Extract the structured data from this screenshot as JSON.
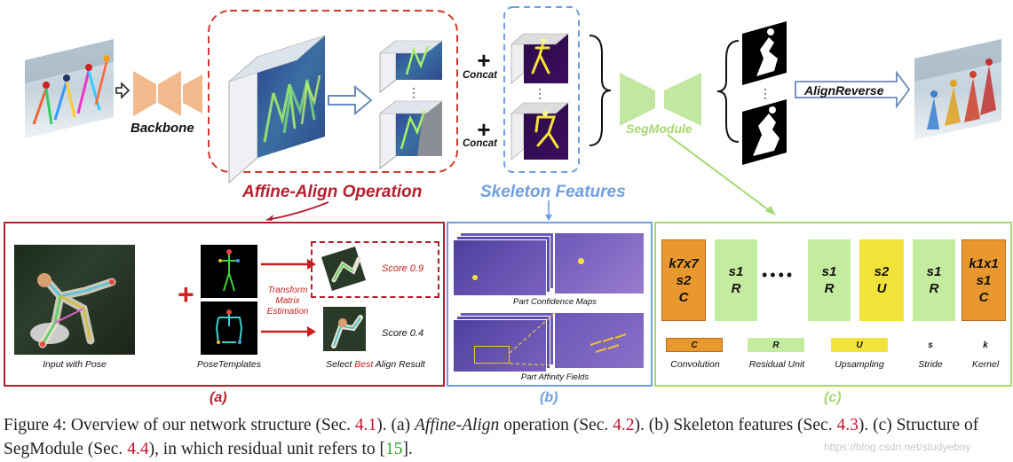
{
  "top": {
    "backbone_label": "Backbone",
    "concat_label_1": "Concat",
    "concat_label_2": "Concat",
    "segmodule_label": "SegModule",
    "alignreverse_label": "AlignReverse",
    "affine_align_title": "Affine-Align Operation",
    "skeleton_features_title": "Skeleton Features"
  },
  "panel_a": {
    "input_label": "Input with Pose",
    "templates_label": "PoseTemplates",
    "transform_line1": "Transform",
    "transform_line2": "Matrix",
    "transform_line3": "Estimation",
    "score_1": "Score 0.9",
    "score_2": "Score 0.4",
    "result_pre": "Select ",
    "result_best": "Best",
    "result_post": " Align Result",
    "tag": "(a)"
  },
  "panel_b": {
    "confidence_label": "Part Confidence Maps",
    "affinity_label": "Part Affinity Fields",
    "tag": "(b)"
  },
  "panel_c": {
    "blocks": [
      {
        "l1": "k7x7",
        "l2": "s2",
        "l3": "C"
      },
      {
        "l1": "s1",
        "l2": "R"
      },
      {
        "l1": "s1",
        "l2": "R"
      },
      {
        "l1": "s2",
        "l2": "U"
      },
      {
        "l1": "s1",
        "l2": "R"
      },
      {
        "l1": "k1x1",
        "l2": "s1",
        "l3": "C"
      }
    ],
    "dots": "••••",
    "legend": [
      {
        "symbol": "C",
        "label": "Convolution"
      },
      {
        "symbol": "R",
        "label": "Residual Unit"
      },
      {
        "symbol": "U",
        "label": "Upsampling"
      },
      {
        "symbol": "s",
        "label": "Stride"
      },
      {
        "symbol": "k",
        "label": "Kernel"
      }
    ],
    "tag": "(c)"
  },
  "colors": {
    "red": "#b5202e",
    "blue": "#6f9fe0",
    "green": "#a6d86e",
    "orange_block": "#e8982f",
    "green_block": "#c4ec9e",
    "yellow_block": "#f2e33c",
    "backbone": "#f2b98c",
    "segmodule": "#c2e7a0"
  },
  "caption": {
    "p1": "Figure 4: Overview of our network structure (Sec. ",
    "r1": "4.1",
    "p2": "). (a) ",
    "affine": "Affine-Align",
    "p3": " operation (Sec. ",
    "r2": "4.2",
    "p4": "). (b) Skeleton features (Sec. ",
    "r3": "4.3",
    "p5": "). (c) Structure of SegModule (Sec. ",
    "r4": "4.4",
    "p6": "), in which residual unit refers to [",
    "r5": "15",
    "p7": "]."
  },
  "watermark": "https://blog.csdn.net/studyeboy"
}
